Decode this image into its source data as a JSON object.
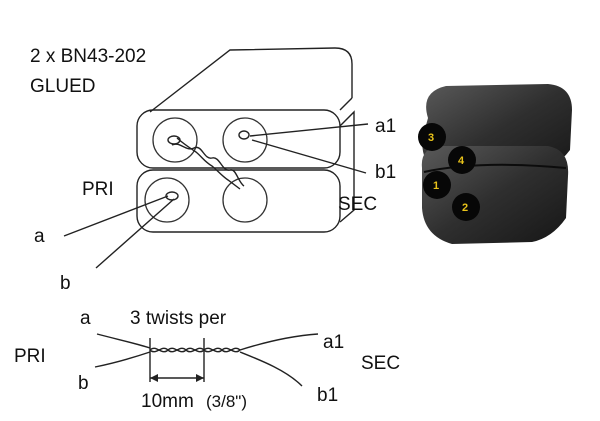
{
  "title": {
    "line1": "2 x  BN43-202",
    "line2": "GLUED"
  },
  "top_labels": {
    "pri": "PRI",
    "sec": "SEC",
    "a": "a",
    "b": "b",
    "a1": "a1",
    "b1": "b1"
  },
  "photo_hole_numbers": [
    "3",
    "4",
    "1",
    "2"
  ],
  "bottom_labels": {
    "a": "a",
    "b": "b",
    "pri": "PRI",
    "sec": "SEC",
    "a1": "a1",
    "b1": "b1",
    "twists": "3 twists per",
    "dimension": "10mm",
    "dimension_imperial": "(3/8\")"
  }
}
